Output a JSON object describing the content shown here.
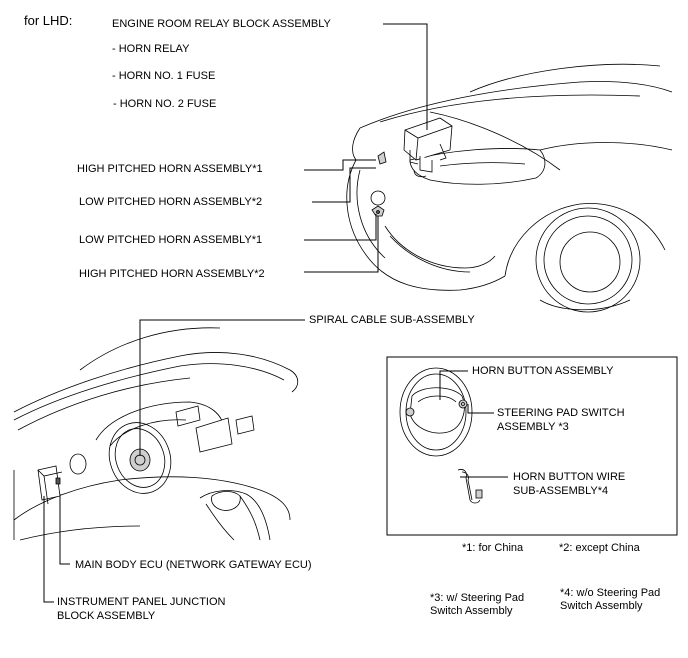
{
  "header": {
    "section": "for LHD:"
  },
  "engine_relay": {
    "title": "ENGINE ROOM RELAY BLOCK ASSEMBLY",
    "items": [
      "- HORN RELAY",
      "- HORN NO. 1 FUSE",
      "- HORN NO. 2 FUSE"
    ]
  },
  "horns": {
    "high1": "HIGH PITCHED HORN ASSEMBLY*1",
    "low2": "LOW PITCHED HORN ASSEMBLY*2",
    "low1": "LOW PITCHED HORN ASSEMBLY*1",
    "high2": "HIGH PITCHED HORN ASSEMBLY*2"
  },
  "interior": {
    "spiral": "SPIRAL CABLE SUB-ASSEMBLY",
    "main_ecu": "MAIN BODY ECU (NETWORK GATEWAY ECU)",
    "junction_line1": "INSTRUMENT PANEL JUNCTION",
    "junction_line2": "BLOCK ASSEMBLY"
  },
  "inset": {
    "horn_button": "HORN BUTTON ASSEMBLY",
    "pad_switch_line1": "STEERING PAD SWITCH",
    "pad_switch_line2": "ASSEMBLY *3",
    "wire_line1": "HORN BUTTON WIRE",
    "wire_line2": "SUB-ASSEMBLY*4"
  },
  "notes": {
    "n1": "*1: for China",
    "n2": "*2: except China",
    "n3_line1": "*3: w/ Steering Pad",
    "n3_line2": "Switch Assembly",
    "n4_line1": "*4: w/o Steering Pad",
    "n4_line2": "Switch Assembly"
  }
}
